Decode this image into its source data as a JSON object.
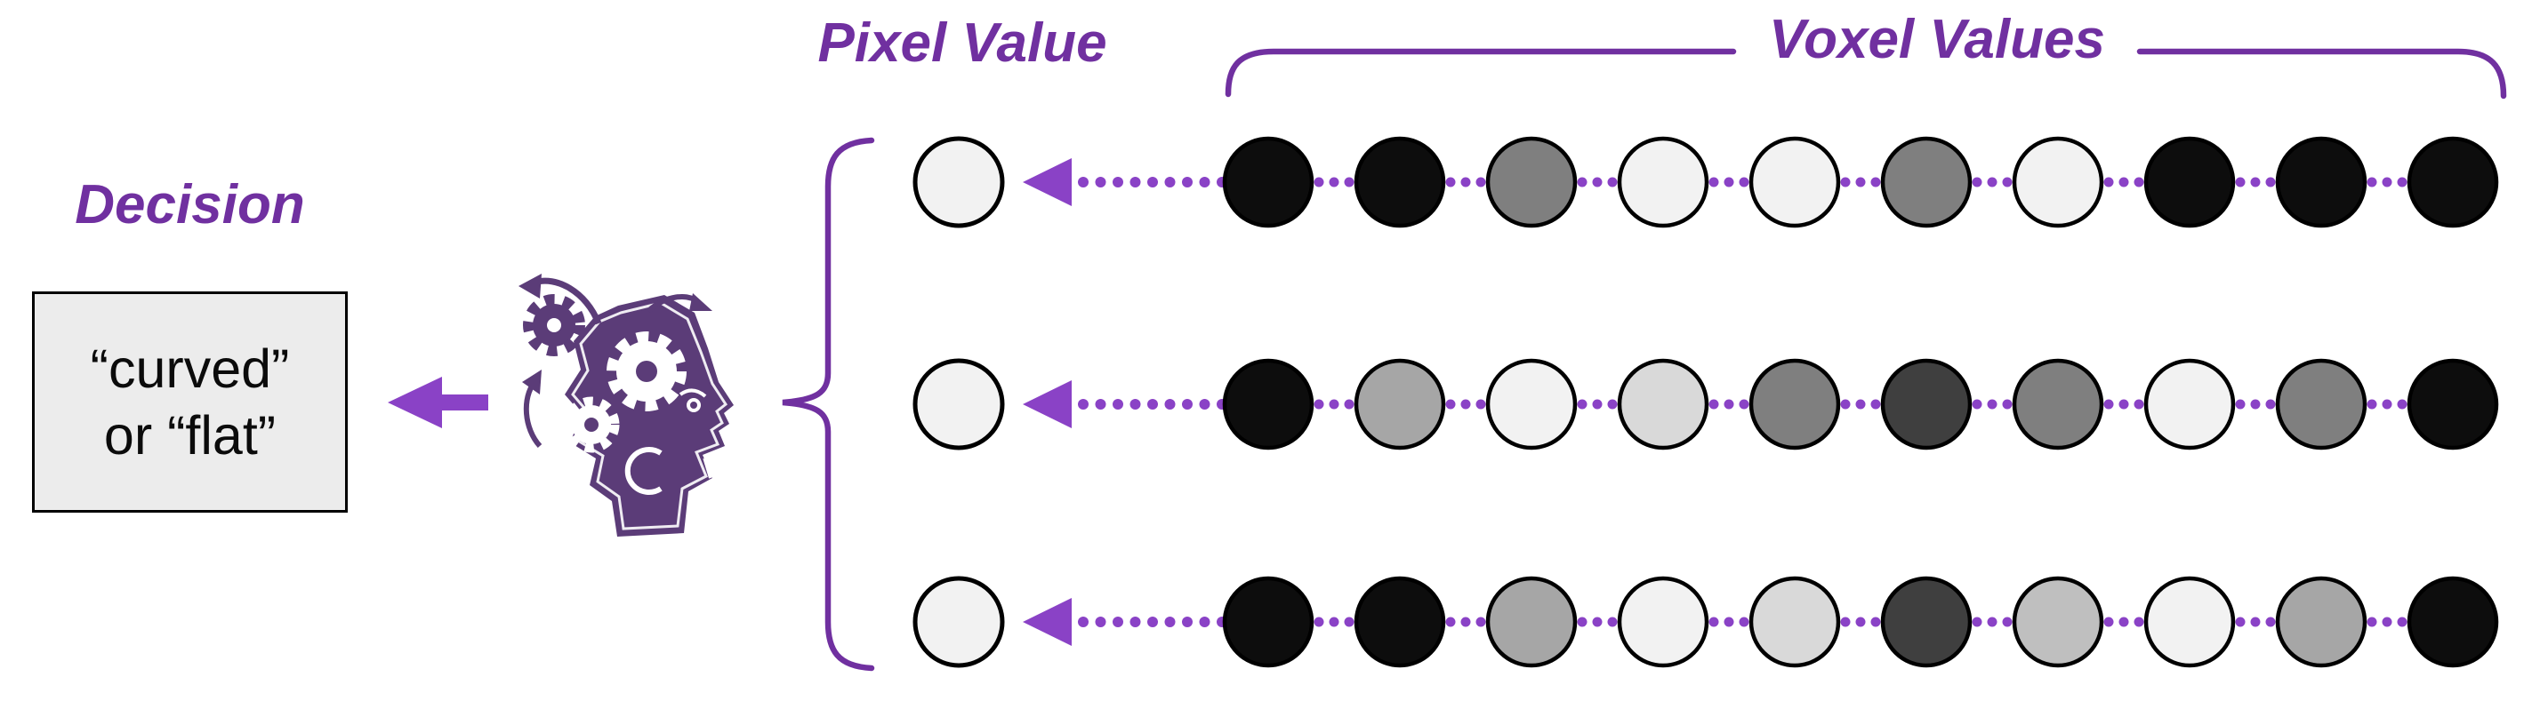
{
  "diagram": {
    "decision_label": "Decision",
    "pixel_value_label": "Pixel Value",
    "voxel_values_label": "Voxel Values",
    "decision_box": {
      "line1": "“curved”",
      "line2": "or “flat”"
    }
  },
  "colors": {
    "accent": "#7030a0",
    "arrow": "#8a42c6",
    "head": "#5b3c78"
  },
  "rows": [
    {
      "pixel": "#f2f2f2",
      "voxels": [
        "#0d0d0d",
        "#0d0d0d",
        "#7f7f7f",
        "#f2f2f2",
        "#f2f2f2",
        "#7f7f7f",
        "#f2f2f2",
        "#0d0d0d",
        "#0d0d0d",
        "#0d0d0d"
      ]
    },
    {
      "pixel": "#f2f2f2",
      "voxels": [
        "#0d0d0d",
        "#a6a6a6",
        "#f2f2f2",
        "#d9d9d9",
        "#7f7f7f",
        "#3f3f3f",
        "#7f7f7f",
        "#f2f2f2",
        "#7f7f7f",
        "#0d0d0d"
      ]
    },
    {
      "pixel": "#f2f2f2",
      "voxels": [
        "#0d0d0d",
        "#0d0d0d",
        "#a6a6a6",
        "#f2f2f2",
        "#d9d9d9",
        "#3f3f3f",
        "#bfbfbf",
        "#f2f2f2",
        "#a6a6a6",
        "#0d0d0d"
      ]
    }
  ]
}
